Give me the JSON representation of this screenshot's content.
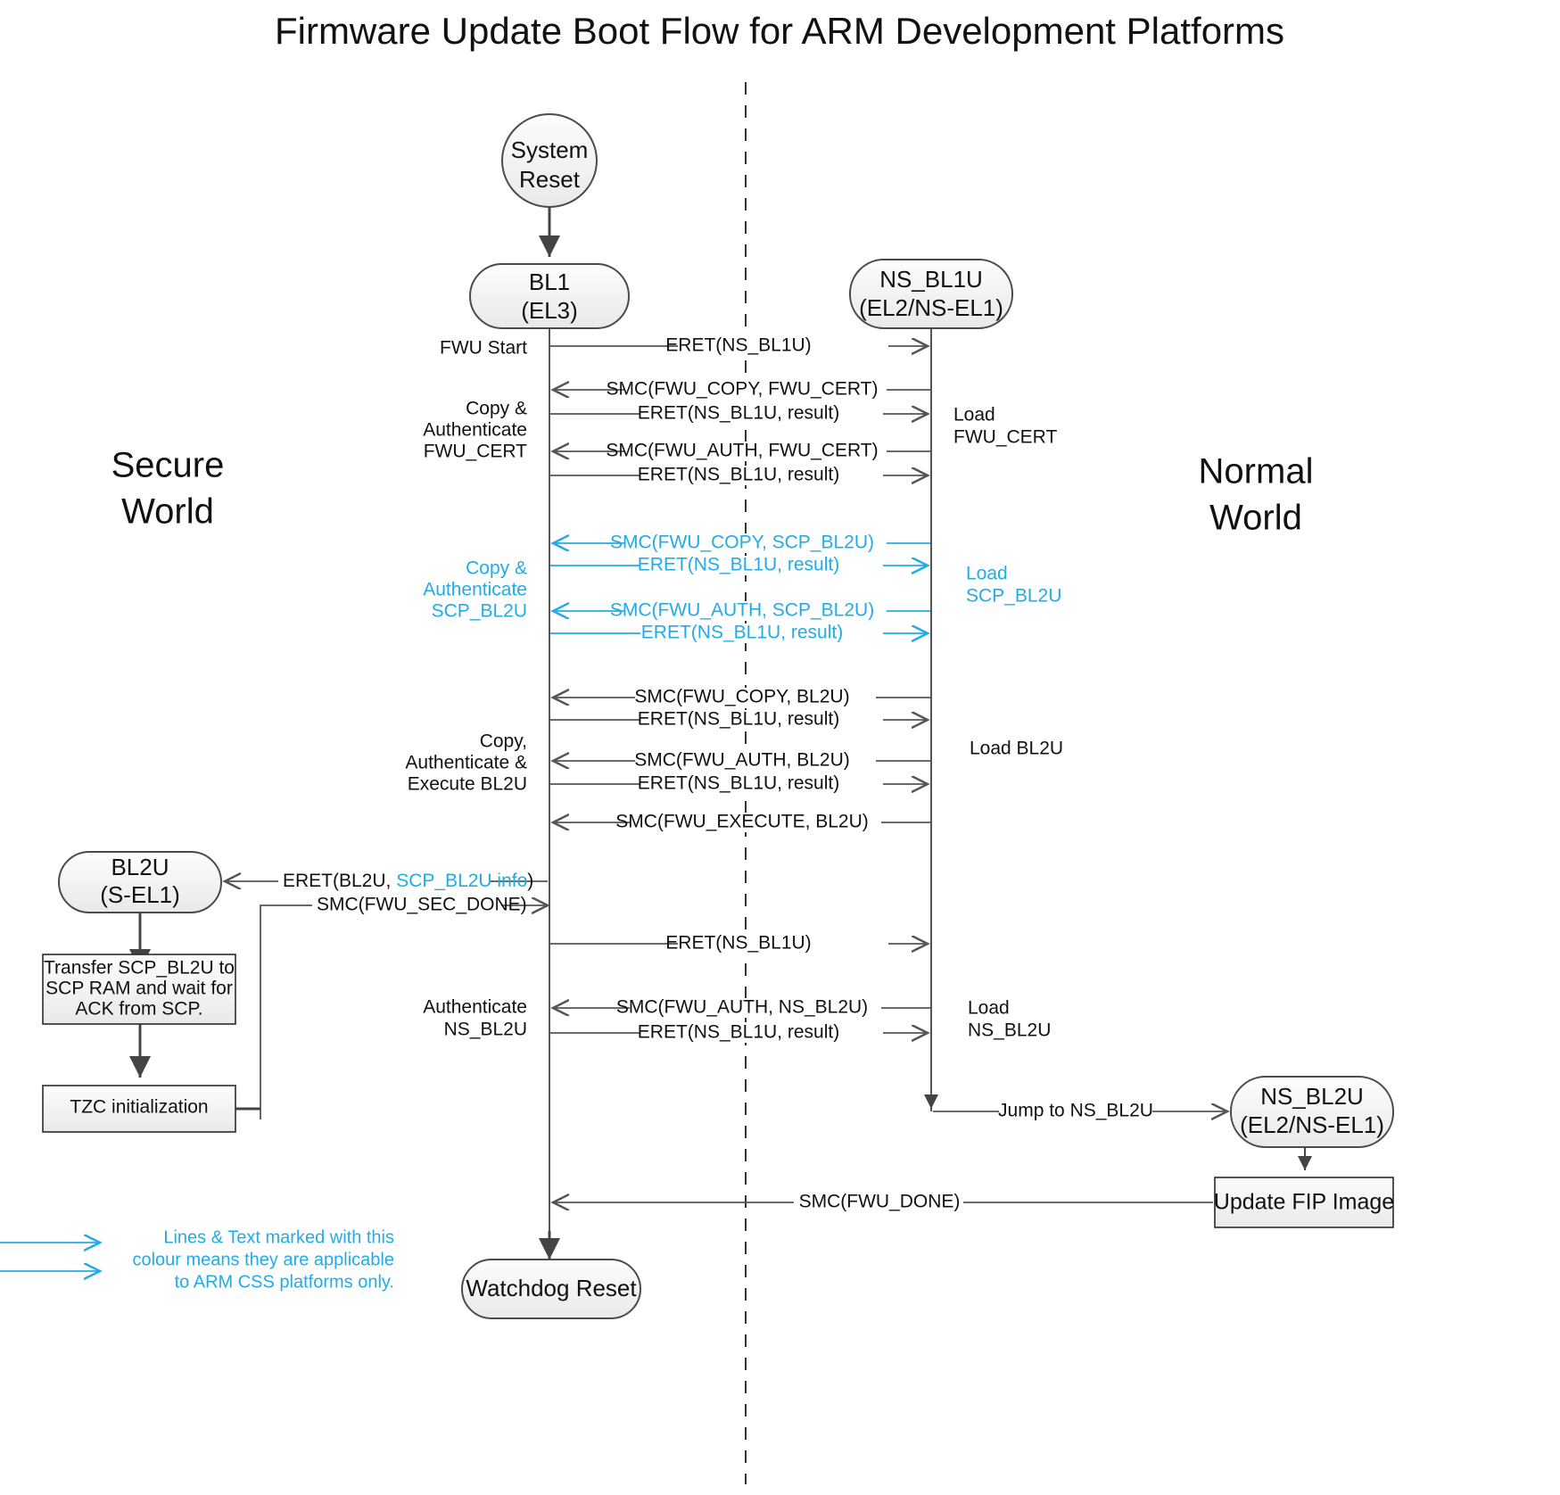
{
  "title": "Firmware Update Boot Flow for ARM Development Platforms",
  "colors": {
    "accent_cyan": "#22abe6",
    "line": "#555555",
    "text": "#111111",
    "node_fill": "#f2f2f2"
  },
  "worlds": {
    "left": "Secure\nWorld",
    "left_line1": "Secure",
    "left_line2": "World",
    "right_line1": "Normal",
    "right_line2": "World"
  },
  "nodes": {
    "system_reset": {
      "line1": "System",
      "line2": "Reset"
    },
    "bl1": {
      "line1": "BL1",
      "line2": "(EL3)"
    },
    "ns_bl1u": {
      "line1": "NS_BL1U",
      "line2": "(EL2/NS-EL1)"
    },
    "bl2u": {
      "line1": "BL2U",
      "line2": "(S-EL1)"
    },
    "ns_bl2u": {
      "line1": "NS_BL2U",
      "line2": "(EL2/NS-EL1)"
    },
    "watchdog_reset": {
      "label": "Watchdog Reset"
    },
    "update_fip": {
      "label": "Update FIP Image"
    },
    "transfer_scp": {
      "line1": "Transfer SCP_BL2U to",
      "line2": "SCP RAM and wait for",
      "line3": "ACK from SCP."
    },
    "tzc_init": {
      "label": "TZC initialization"
    }
  },
  "messages": [
    {
      "id": "m1",
      "label": "ERET(NS_BL1U)",
      "dir": "right",
      "cyan": false
    },
    {
      "id": "m2",
      "label": "SMC(FWU_COPY, FWU_CERT)",
      "dir": "left",
      "cyan": false
    },
    {
      "id": "m3",
      "label": "ERET(NS_BL1U, result)",
      "dir": "right",
      "cyan": false
    },
    {
      "id": "m4",
      "label": "SMC(FWU_AUTH, FWU_CERT)",
      "dir": "left",
      "cyan": false
    },
    {
      "id": "m5",
      "label": "ERET(NS_BL1U, result)",
      "dir": "right",
      "cyan": false
    },
    {
      "id": "m6",
      "label": "SMC(FWU_COPY, SCP_BL2U)",
      "dir": "left",
      "cyan": true
    },
    {
      "id": "m7",
      "label": "ERET(NS_BL1U, result)",
      "dir": "right",
      "cyan": true
    },
    {
      "id": "m8",
      "label": "SMC(FWU_AUTH, SCP_BL2U)",
      "dir": "left",
      "cyan": true
    },
    {
      "id": "m9",
      "label": "ERET(NS_BL1U, result)",
      "dir": "right",
      "cyan": true
    },
    {
      "id": "m10",
      "label": "SMC(FWU_COPY, BL2U)",
      "dir": "left",
      "cyan": false
    },
    {
      "id": "m11",
      "label": "ERET(NS_BL1U, result)",
      "dir": "right",
      "cyan": false
    },
    {
      "id": "m12",
      "label": "SMC(FWU_AUTH, BL2U)",
      "dir": "left",
      "cyan": false
    },
    {
      "id": "m13",
      "label": "ERET(NS_BL1U, result)",
      "dir": "right",
      "cyan": false
    },
    {
      "id": "m14",
      "label": "SMC(FWU_EXECUTE, BL2U)",
      "dir": "left",
      "cyan": false
    },
    {
      "id": "m15",
      "label": "ERET(NS_BL1U)",
      "dir": "right",
      "cyan": false
    },
    {
      "id": "m16",
      "label": "SMC(FWU_AUTH, NS_BL2U)",
      "dir": "left",
      "cyan": false
    },
    {
      "id": "m17",
      "label": "ERET(NS_BL1U, result)",
      "dir": "right",
      "cyan": false
    },
    {
      "id": "m18",
      "label": "SMC(FWU_DONE)",
      "dir": "left",
      "cyan": false
    }
  ],
  "eret_bl2u": {
    "prefix": "ERET(BL2U, ",
    "cyan_part": "SCP_BL2U info",
    "suffix": ")"
  },
  "smc_sec_done": {
    "label": "SMC(FWU_SEC_DONE)"
  },
  "jump_ns_bl2u": {
    "label": "Jump to NS_BL2U"
  },
  "left_notes": [
    {
      "id": "n1",
      "lines": [
        "FWU Start"
      ],
      "cyan": false
    },
    {
      "id": "n2",
      "lines": [
        "Copy &",
        "Authenticate",
        "FWU_CERT"
      ],
      "cyan": false
    },
    {
      "id": "n3",
      "lines": [
        "Copy &",
        "Authenticate",
        "SCP_BL2U"
      ],
      "cyan": true
    },
    {
      "id": "n4",
      "lines": [
        "Copy,",
        "Authenticate &",
        "Execute BL2U"
      ],
      "cyan": false
    },
    {
      "id": "n5",
      "lines": [
        "Authenticate",
        "NS_BL2U"
      ],
      "cyan": false
    }
  ],
  "right_notes": [
    {
      "id": "r1",
      "lines": [
        "Load",
        "FWU_CERT"
      ],
      "cyan": false
    },
    {
      "id": "r2",
      "lines": [
        "Load",
        "SCP_BL2U"
      ],
      "cyan": true
    },
    {
      "id": "r3",
      "lines": [
        "Load BL2U"
      ],
      "cyan": false
    },
    {
      "id": "r4",
      "lines": [
        "Load",
        "NS_BL2U"
      ],
      "cyan": false
    }
  ],
  "legend": {
    "line1": "Lines & Text marked with this",
    "line2": "colour means they are applicable",
    "line3": "to ARM CSS platforms only."
  }
}
